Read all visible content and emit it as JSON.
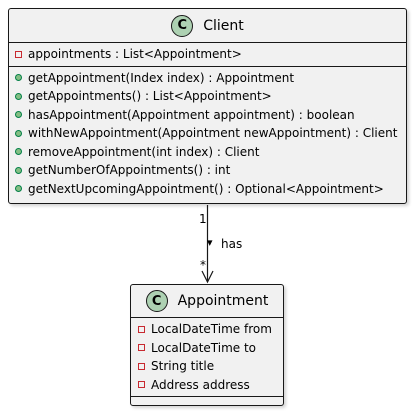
{
  "classes": {
    "client": {
      "badge": "C",
      "name": "Client",
      "fields": [
        "appointments : List<Appointment>"
      ],
      "methods": [
        "getAppointment(Index index) : Appointment",
        "getAppointments() : List<Appointment>",
        "hasAppointment(Appointment appointment) : boolean",
        "withNewAppointment(Appointment newAppointment) : Client",
        "removeAppointment(int index) : Client",
        "getNumberOfAppointments() : int",
        "getNextUpcomingAppointment() : Optional<Appointment>"
      ]
    },
    "appointment": {
      "badge": "C",
      "name": "Appointment",
      "fields": [
        "LocalDateTime from",
        "LocalDateTime to",
        "String title",
        "Address address"
      ]
    }
  },
  "association": {
    "source_multiplicity": "1",
    "target_multiplicity": "*",
    "direction_glyph": "▾",
    "label": "has"
  },
  "colors": {
    "class_fill": "#f1f1f1",
    "border": "#181818",
    "class_badge": "#add1b2",
    "private_marker": "#c82930",
    "public_marker": "#84be84"
  }
}
